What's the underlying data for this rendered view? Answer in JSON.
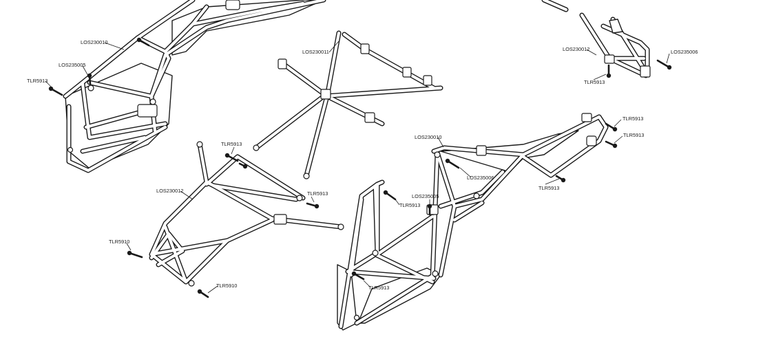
{
  "labels": {
    "l_top_los230010": "LOS230010",
    "l_top_los235005": "LOS235005",
    "l_top_tlr5913": "TLR5913",
    "l_cross_los230011": "LOS230011",
    "l_tr_los230012": "LOS230012",
    "l_tr_los235006": "LOS235006",
    "l_tr_tlr5913": "TLR5913",
    "l_bl_tlr5913_a": "TLR5913",
    "l_bl_los230012": "LOS230012",
    "l_bl_tlr5913_b": "TLR5913",
    "l_bl_tlr5910_a": "TLR5910",
    "l_bl_tlr5910_b": "TLR5910",
    "l_br_los230010": "LOS230010",
    "l_br_tlr5913_a": "TLR5913",
    "l_br_tlr5913_b": "TLR5913",
    "l_br_los235006": "LOS235006",
    "l_br_tlr5913_c": "TLR5913",
    "l_br_los235005": "LOS235005",
    "l_br_tlr5913_d": "TLR5913",
    "l_br_tlr5913_e": "TLR5913"
  }
}
